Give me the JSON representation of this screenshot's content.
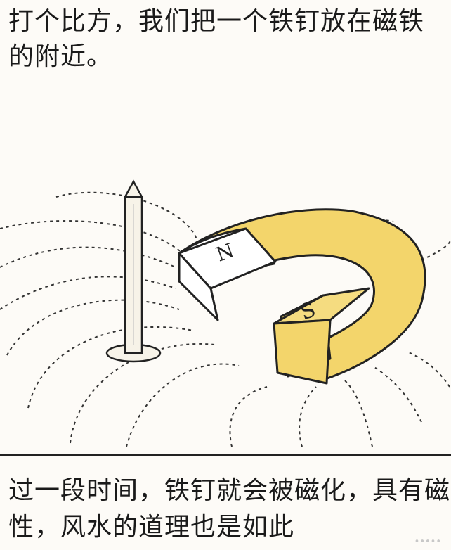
{
  "top_caption": "打个比方，我们把一个铁钉放在磁铁的附近。",
  "bottom_caption": "过一段时间，铁钉就会被磁化，具有磁性，风水的道理也是如此",
  "magnet": {
    "north_label": "N",
    "south_label": "S",
    "south_color": "#f3d56b",
    "north_color": "#ffffff"
  },
  "line_color": "#222222",
  "watermark": "•••••"
}
